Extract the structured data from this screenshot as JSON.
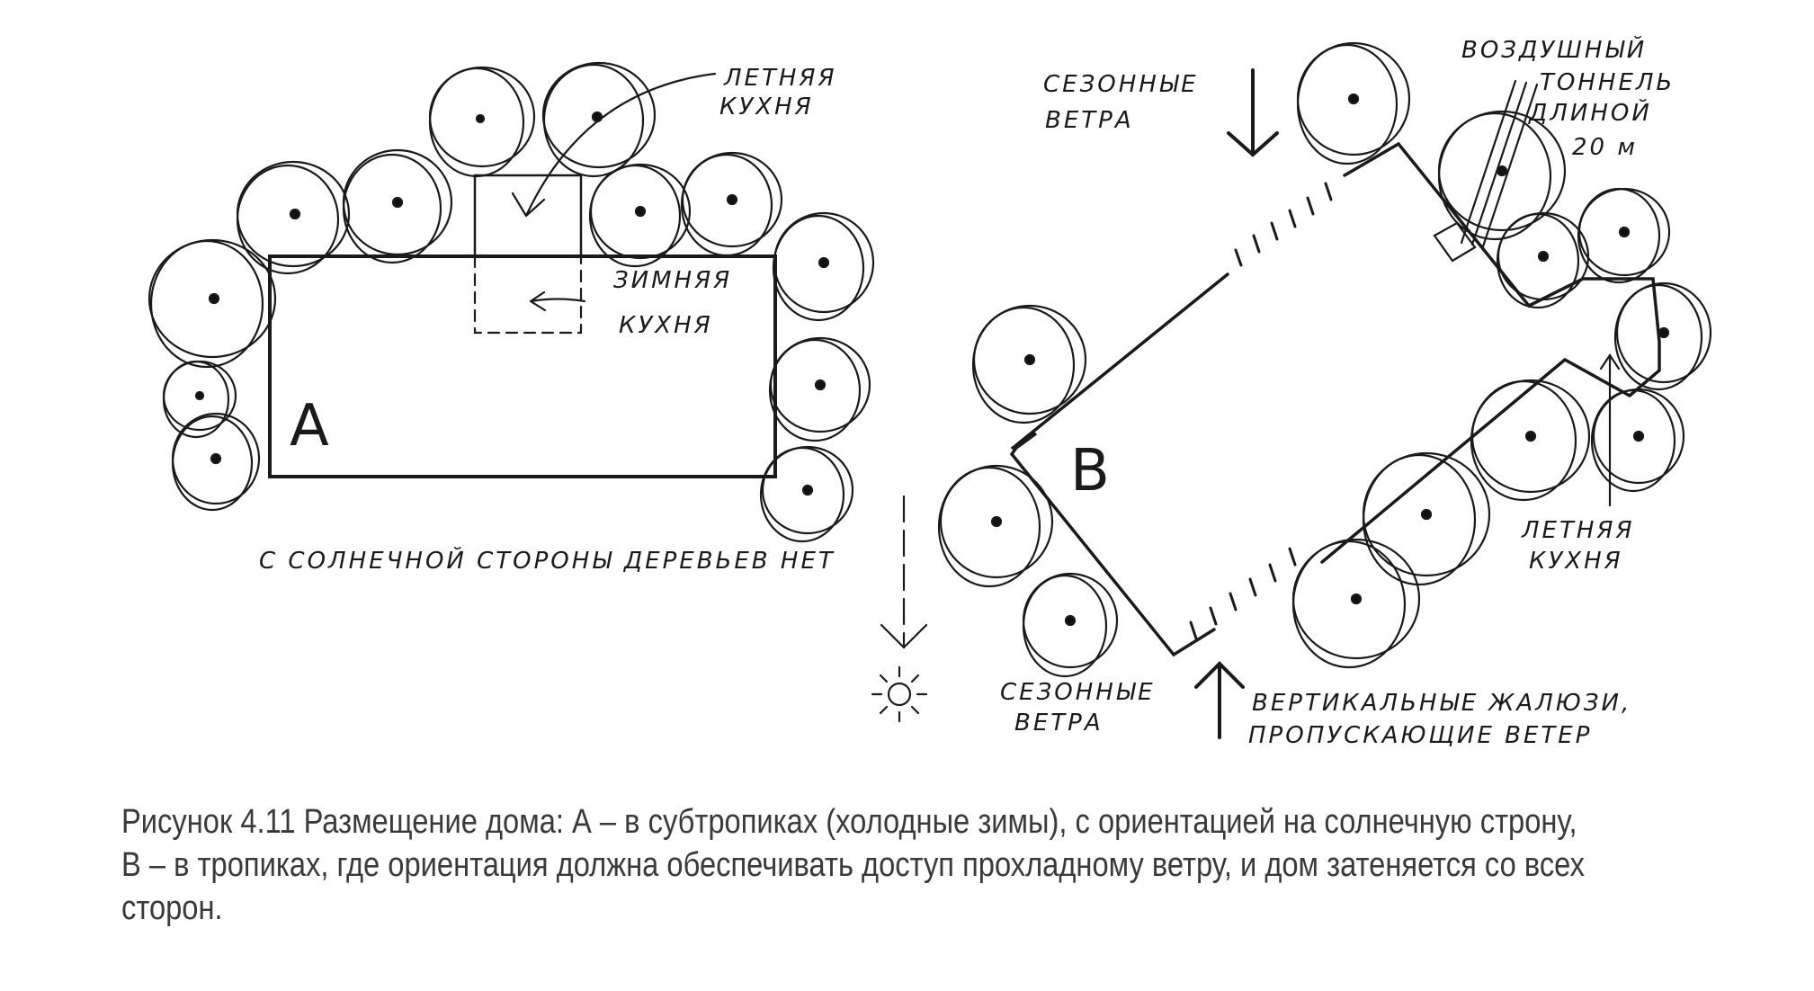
{
  "diagram": {
    "label_a": "A",
    "label_b": "B",
    "summer_kitchen_a": [
      "ЛЕТНЯЯ",
      "КУХНЯ"
    ],
    "winter_kitchen": [
      "ЗИМНЯЯ",
      "КУХНЯ"
    ],
    "no_trees_sunny_side": "С СОЛНЕЧНОЙ   СТОРОНЫ ДЕРЕВЬЕВ НЕТ",
    "seasonal_winds_top": [
      "СЕЗОННЫЕ",
      "ВЕТРА"
    ],
    "seasonal_winds_bottom": [
      "СЕЗОННЫЕ",
      "ВЕТРА"
    ],
    "air_tunnel": [
      "ВОЗДУШНЫЙ",
      "ТОННЕЛЬ",
      "ДЛИНОЙ",
      "20 м"
    ],
    "summer_kitchen_b": [
      "ЛЕТНЯЯ",
      "КУХНЯ"
    ],
    "louvres": [
      "ВЕРТИКАЛЬНЫЕ ЖАЛЮЗИ,",
      "ПРОПУСКАЮЩИЕ ВЕТЕР"
    ]
  },
  "caption": {
    "line1": "Рисунок 4.11 Размещение дома: А – в субтропиках (холодные зимы), с ориентацией на солнечную строну,",
    "line2": "В – в тропиках, где ориентация должна обеспечивать доступ прохладному ветру, и дом затеняется со всех",
    "line3": "сторон."
  }
}
